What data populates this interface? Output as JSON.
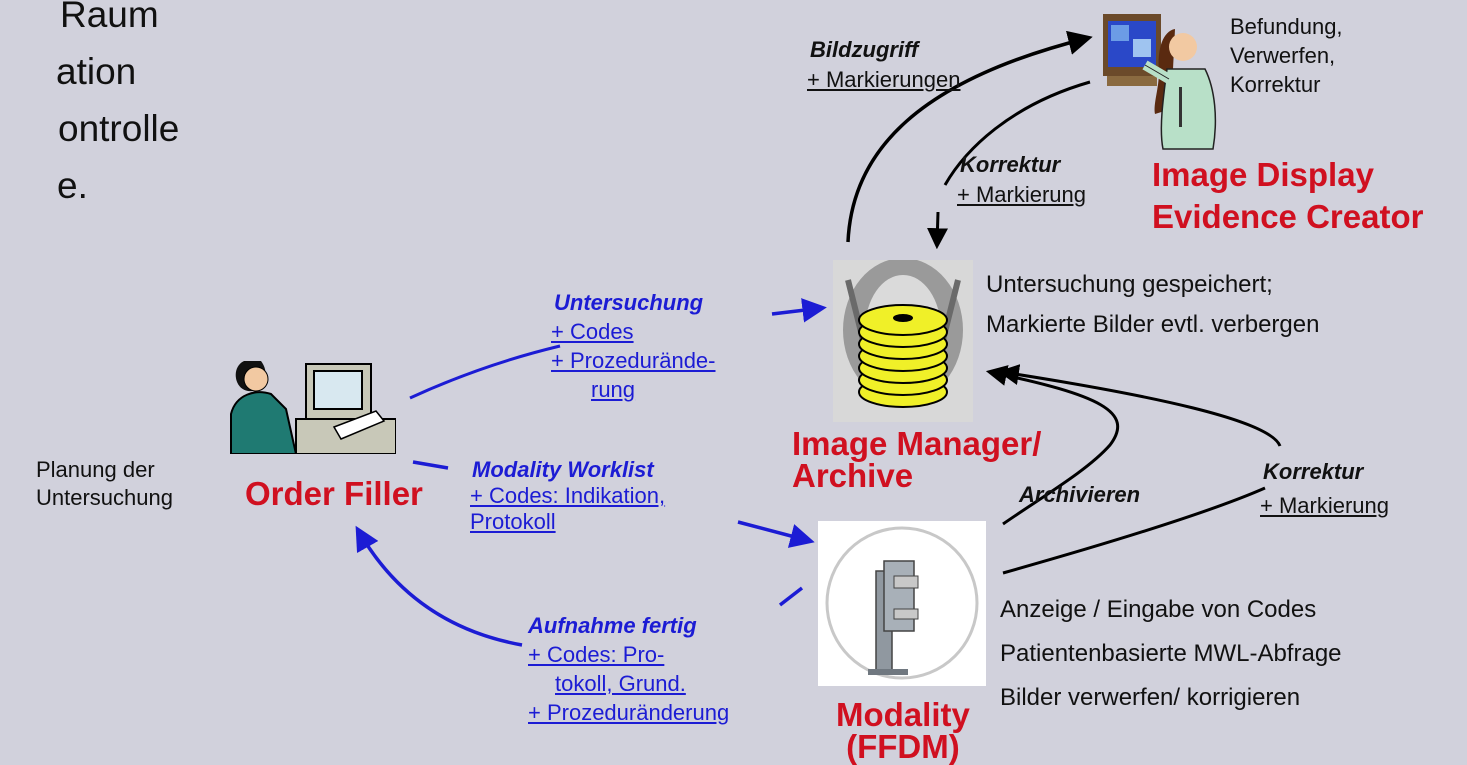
{
  "bleed_text": [
    "Raum",
    "ation",
    "ontrolle",
    "e."
  ],
  "actors": {
    "image_display": [
      "Image Display",
      "Evidence Creator"
    ],
    "image_manager": [
      "Image Manager/",
      "Archive"
    ],
    "order_filler": "Order Filler",
    "modality": [
      "Modality",
      "(FFDM)"
    ]
  },
  "transactions": {
    "bildzugriff": {
      "title": "Bildzugriff",
      "sub": "+ Markierungen"
    },
    "korrektur_display": {
      "title": "Korrektur",
      "sub": "+ Markierung"
    },
    "untersuchung": {
      "title": "Untersuchung",
      "lines": [
        "+ Codes",
        "+ Prozedurände-",
        "rung"
      ]
    },
    "modality_worklist": {
      "title": "Modality Worklist",
      "lines": [
        "+ Codes: Indikation,",
        "Protokoll"
      ]
    },
    "aufnahme_fertig": {
      "title": "Aufnahme fertig",
      "lines": [
        "+ Codes: Pro-",
        "tokoll, Grund.",
        "+ Prozeduränderung"
      ]
    },
    "archivieren": {
      "title": "Archivieren"
    },
    "korrektur_modality": {
      "title": "Korrektur",
      "sub": "+ Markierung"
    }
  },
  "notes": {
    "display": [
      "Befundung,",
      "Verwerfen,",
      "Korrektur"
    ],
    "archive": [
      "Untersuchung gespeichert;",
      "Markierte Bilder evtl. verbergen"
    ],
    "planung": [
      "Planung der",
      "Untersuchung"
    ],
    "modality": [
      "Anzeige / Eingabe von Codes",
      "Patientenbasierte MWL-Abfrage",
      "Bilder verwerfen/  korrigieren"
    ]
  },
  "colors": {
    "background": "#d1d1dc",
    "actor_red": "#d01020",
    "transaction_blue": "#1c1cd4",
    "arrow_black": "#000000"
  }
}
